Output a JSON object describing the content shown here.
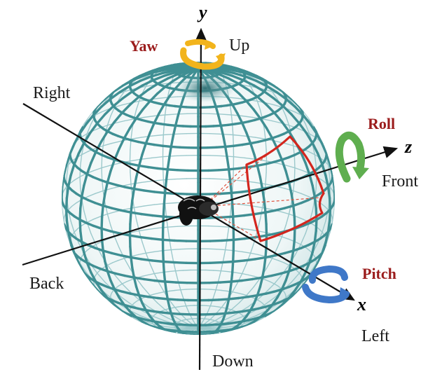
{
  "axes": {
    "y": {
      "letter": "y",
      "positive_label": "Up",
      "negative_label": "Down"
    },
    "z": {
      "letter": "z",
      "positive_label": "Front",
      "negative_label": "Back"
    },
    "x": {
      "letter": "x",
      "positive_label": "Left",
      "negative_label": "Right"
    }
  },
  "rotations": {
    "yaw": {
      "label": "Yaw",
      "color": "#f2b41c"
    },
    "roll": {
      "label": "Roll",
      "color": "#5fae4f"
    },
    "pitch": {
      "label": "Pitch",
      "color": "#3f78c8"
    }
  },
  "colors": {
    "label_red": "#9b1c1c",
    "sphere_grid": "#3f8f93",
    "sphere_grid_light": "#9cc9cc",
    "viewport": "#d3261e",
    "axis": "#111111"
  },
  "icons": {
    "head": "head-icon",
    "yaw": "yaw-rotation-arrow-icon",
    "roll": "roll-rotation-arrow-icon",
    "pitch": "pitch-rotation-arrow-icon"
  }
}
